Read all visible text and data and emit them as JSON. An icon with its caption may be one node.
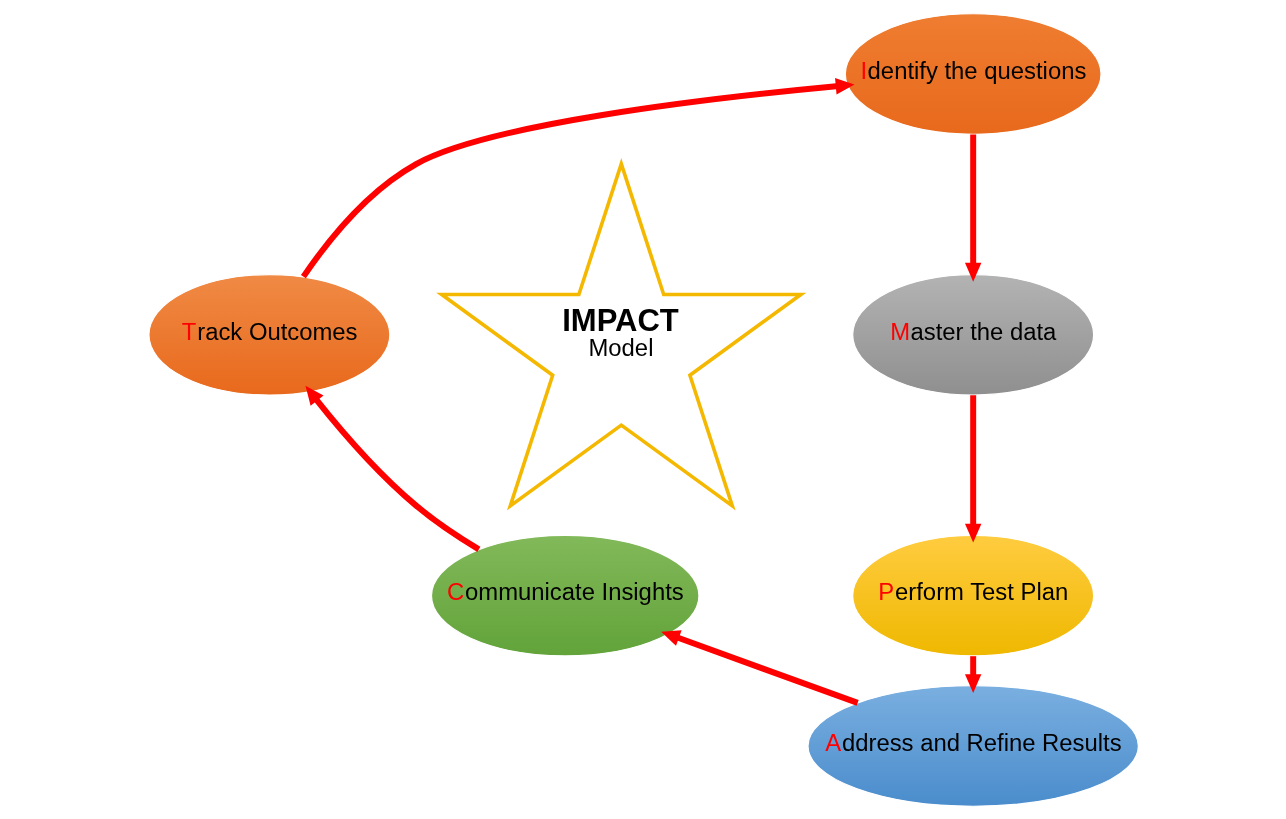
{
  "diagram": {
    "nodes": [
      {
        "text": [
          "IMPACT",
          "Model"
        ]
      },
      {
        "text": [
          "Identify the questions"
        ]
      },
      {
        "text": [
          "Master the data"
        ]
      },
      {
        "text": [
          "Perform Test Plan"
        ]
      },
      {
        "text": [
          "Address and Refine Results"
        ]
      },
      {
        "text": [
          "Communicate Insights"
        ]
      },
      {
        "text": [
          "Track Outcomes"
        ]
      }
    ],
    "edges": [
      {
        "from": 6,
        "to": 1,
        "arrow": "to"
      },
      {
        "from": 1,
        "to": 2,
        "arrow": "to"
      },
      {
        "from": 2,
        "to": 3,
        "arrow": "to"
      },
      {
        "from": 3,
        "to": 4,
        "arrow": "to"
      },
      {
        "from": 4,
        "to": 5,
        "arrow": "to"
      },
      {
        "from": 5,
        "to": 6,
        "arrow": "to"
      }
    ]
  }
}
